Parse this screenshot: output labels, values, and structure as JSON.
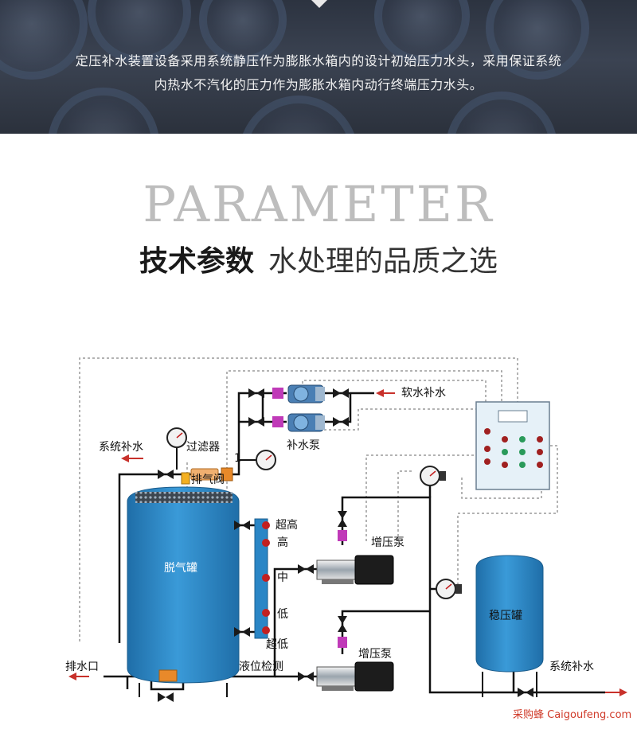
{
  "banner": {
    "line1": "定压补水装置设备采用系统静压作为膨胀水箱内的设计初始压力水头，采用保证系统",
    "line2": "内热水不汽化的压力作为膨胀水箱内动行终端压力水头。"
  },
  "heading": {
    "english": "PARAMETER",
    "chinese_bold": "技术参数",
    "chinese_light": "水处理的品质之选"
  },
  "diagram": {
    "labels": {
      "soft_water": "软水补水",
      "makeup_pump": "补水泵",
      "system_makeup_top": "系统补水",
      "filter": "过滤器",
      "exhaust_valve": "排气阀",
      "node_1": "1",
      "deaerator": "脱气罐",
      "super_high": "超高",
      "high": "高",
      "middle": "中",
      "low": "低",
      "super_low": "超低",
      "level_detect": "液位检测",
      "booster_pump_1": "增压泵",
      "booster_pump_2": "增压泵",
      "stabilizer_tank": "稳压罐",
      "drain": "排水口",
      "system_makeup_bottom": "系统补水"
    },
    "colors": {
      "tank": "#2a86c6",
      "tank_dark": "#1f6ea8",
      "pipe": "#111111",
      "dotted": "#9a9a9a",
      "valve": "#1a1a1a",
      "magenta": "#c03ab8",
      "orange": "#e8892a",
      "level_dot": "#c22020",
      "arrow_red": "#c8312b",
      "panel": "#e6f1f8"
    }
  },
  "watermark": "采购蜂 Caigoufeng.com"
}
